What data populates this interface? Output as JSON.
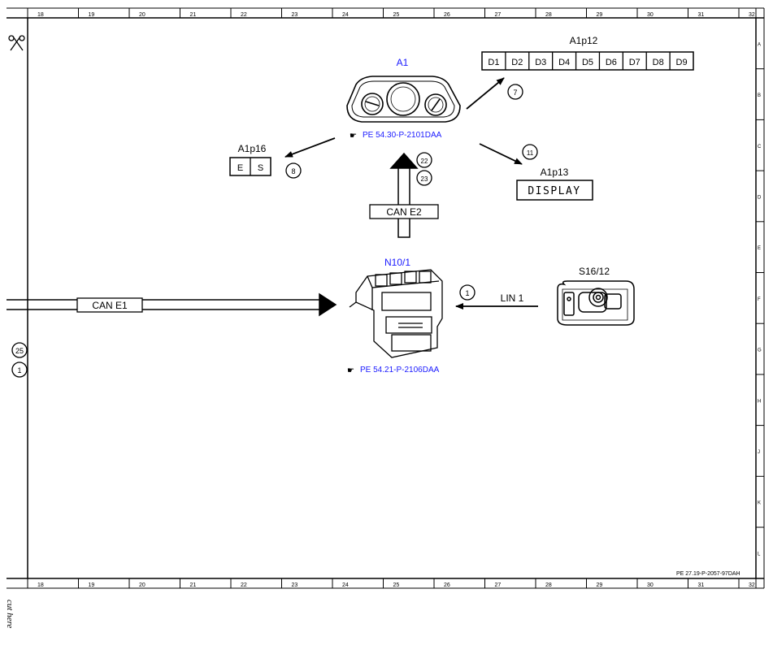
{
  "frame": {
    "columns": [
      "18",
      "19",
      "20",
      "21",
      "22",
      "23",
      "24",
      "25",
      "26",
      "27",
      "28",
      "29",
      "30",
      "31",
      "32"
    ],
    "rows": [
      "A",
      "B",
      "C",
      "D",
      "E",
      "F",
      "G",
      "H",
      "J",
      "K",
      "L"
    ],
    "doc_ref": "PE 27.19-P-2057-97DAH",
    "cut_here": "cut here"
  },
  "components": {
    "a1": {
      "label": "A1",
      "ref": "PE 54.30-P-2101DAA",
      "color": "#1a1aff"
    },
    "a1p12": {
      "label": "A1p12",
      "cells": [
        "D1",
        "D2",
        "D3",
        "D4",
        "D5",
        "D6",
        "D7",
        "D8",
        "D9"
      ],
      "callout": "7"
    },
    "a1p16": {
      "label": "A1p16",
      "cells": [
        "E",
        "S"
      ],
      "callout": "8"
    },
    "a1p13": {
      "label": "A1p13",
      "display_text": "DISPLAY",
      "callout": "11"
    },
    "n10_1": {
      "label": "N10/1",
      "ref": "PE 54.21-P-2106DAA",
      "color": "#1a1aff"
    },
    "s16_12": {
      "label": "S16/12"
    }
  },
  "connections": {
    "can_e1": "CAN E1",
    "can_e2": "CAN E2",
    "can_e2_callouts": [
      "22",
      "23"
    ],
    "lin1": "LIN 1",
    "lin1_callout": "1"
  },
  "left_callouts": [
    "25",
    "1"
  ]
}
